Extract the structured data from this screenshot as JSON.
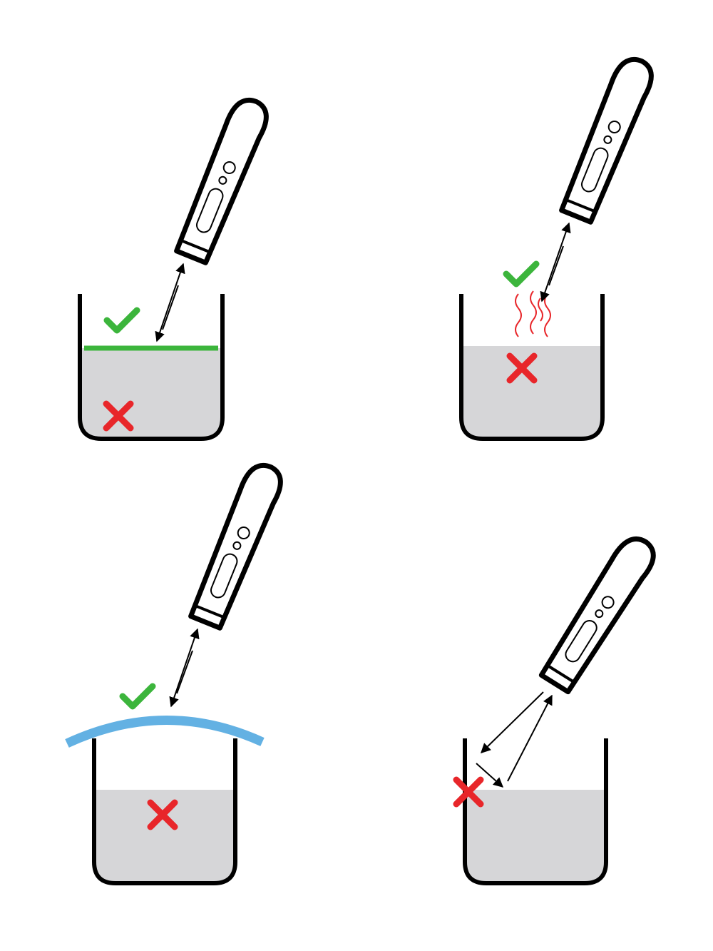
{
  "colors": {
    "outline": "#000000",
    "liquid": "#d6d6d8",
    "check": "#3cb53c",
    "cross": "#e8262a",
    "steam": "#e8262a",
    "lid": "#63b1e3",
    "surface_line": "#3cb53c"
  },
  "panels": [
    {
      "icons": [
        "thermometer-icon",
        "double-arrow-icon",
        "check-icon",
        "cross-icon"
      ],
      "scene": "liquid-surface"
    },
    {
      "icons": [
        "thermometer-icon",
        "double-arrow-icon",
        "check-icon",
        "cross-icon",
        "steam-icon"
      ],
      "scene": "steam"
    },
    {
      "icons": [
        "thermometer-icon",
        "double-arrow-icon",
        "check-icon",
        "cross-icon"
      ],
      "scene": "lid"
    },
    {
      "icons": [
        "thermometer-icon",
        "reflected-arrow-icon",
        "cross-icon"
      ],
      "scene": "wall-reflection"
    }
  ]
}
